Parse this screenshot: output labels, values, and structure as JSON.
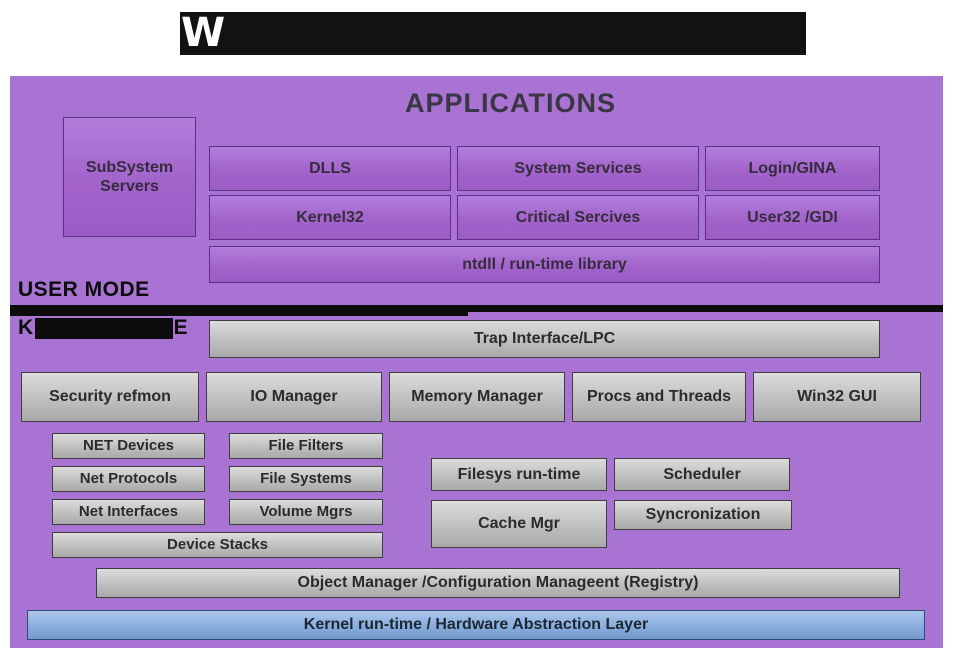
{
  "title": {
    "visible_letter": "W"
  },
  "user_mode": {
    "heading": "APPLICATIONS",
    "label": "USER MODE",
    "subsystem_servers": "SubSystem Servers",
    "ntdll": "ntdll / run-time library",
    "grid": [
      "DLLS",
      "System Services",
      "Login/GINA",
      "Kernel32",
      "Critical Sercives",
      "User32 /GDI"
    ]
  },
  "kernel_mode": {
    "label_start": "K",
    "label_end": "E",
    "trap": "Trap Interface/LPC",
    "managers": [
      "Security refmon",
      "IO Manager",
      "Memory Manager",
      "Procs and Threads",
      "Win32 GUI"
    ],
    "net_column": [
      "NET Devices",
      "Net Protocols",
      "Net Interfaces"
    ],
    "file_column": [
      "File Filters",
      "File Systems",
      "Volume Mgrs"
    ],
    "device_stacks": "Device Stacks",
    "filesys_runtime": "Filesys run-time",
    "scheduler": "Scheduler",
    "cache_mgr": "Cache Mgr",
    "synchronization": "Syncronization",
    "object_manager": "Object Manager /Configuration Manageent (Registry)",
    "hal": "Kernel run-time / Hardware Abstraction Layer"
  },
  "colors": {
    "canvas": "#ffffff",
    "diagram_background": "#a873d2",
    "purple_box": "#a263cb",
    "gray_box": "#bfbfbf",
    "blue_box": "#86abdb",
    "divider": "#0d0d0d",
    "title_bar": "#121212"
  }
}
